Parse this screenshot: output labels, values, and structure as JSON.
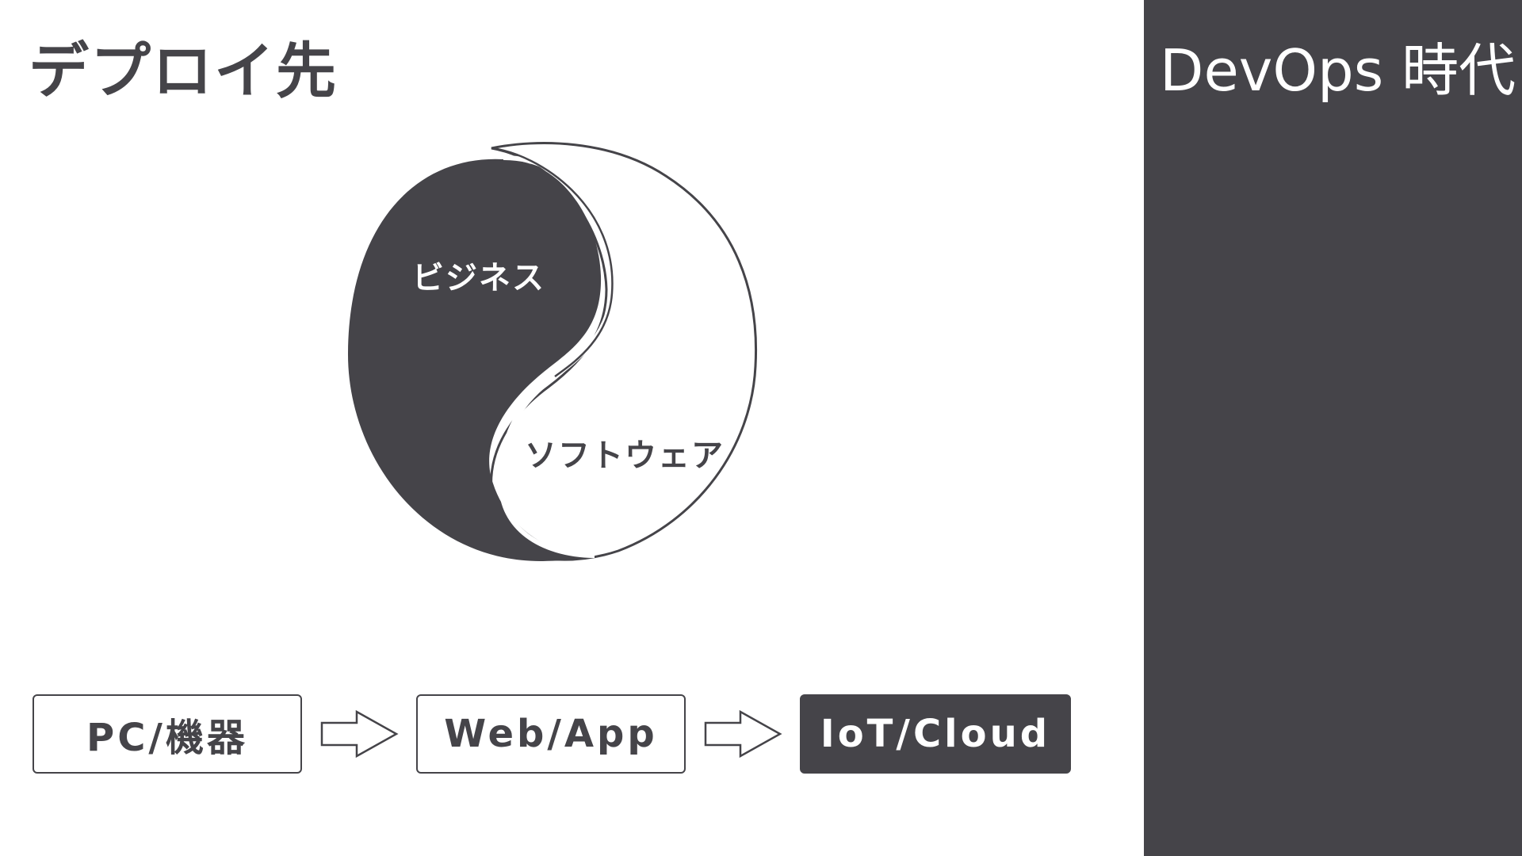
{
  "title": "デプロイ先",
  "side_panel": {
    "title": "DevOps 時代"
  },
  "yinyang": {
    "dark_label": "ビジネス",
    "light_label": "ソフトウェア"
  },
  "flow": {
    "steps": [
      {
        "label": "PC/機器",
        "highlighted": false
      },
      {
        "label": "Web/App",
        "highlighted": false
      },
      {
        "label": "IoT/Cloud",
        "highlighted": true
      }
    ]
  },
  "colors": {
    "dark": "#454449",
    "light": "#ffffff"
  }
}
